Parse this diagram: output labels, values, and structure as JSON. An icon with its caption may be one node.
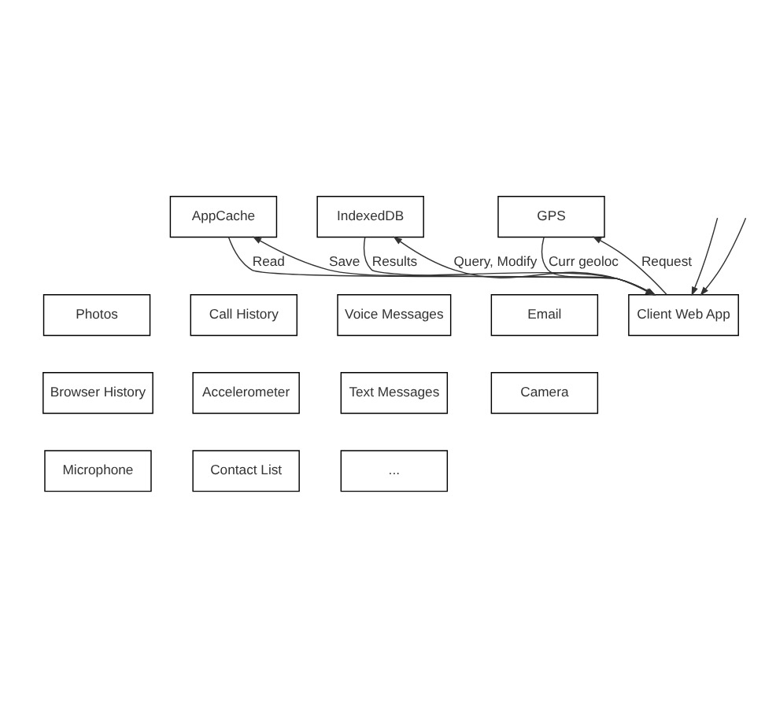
{
  "diagram": {
    "nodes": [
      {
        "text": [
          "Client Web App"
        ]
      },
      {
        "text": [
          "AppCache"
        ]
      },
      {
        "text": [
          "IndexedDB"
        ]
      },
      {
        "text": [
          "GPS"
        ]
      },
      {
        "text": [
          "Photos"
        ]
      },
      {
        "text": [
          "Call History"
        ]
      },
      {
        "text": [
          "Voice Messages"
        ]
      },
      {
        "text": [
          "Email"
        ]
      },
      {
        "text": [
          "Browser History"
        ]
      },
      {
        "text": [
          "Accelerometer"
        ]
      },
      {
        "text": [
          "Text Messages"
        ]
      },
      {
        "text": [
          "Camera"
        ]
      },
      {
        "text": [
          "Microphone"
        ]
      },
      {
        "text": [
          "Contact List"
        ]
      },
      {
        "text": [
          "..."
        ]
      }
    ],
    "edges": [
      {
        "from": null,
        "to": 0,
        "arrow": "to"
      },
      {
        "from": null,
        "to": 0,
        "arrow": "to"
      },
      {
        "from": 0,
        "to": 1,
        "arrow": "to",
        "label": "Save"
      },
      {
        "from": 1,
        "to": 0,
        "arrow": "to",
        "label": "Read"
      },
      {
        "from": 2,
        "to": 0,
        "arrow": "to",
        "label": "Results"
      },
      {
        "from": 0,
        "to": 2,
        "arrow": "to",
        "label": "Query, Modify"
      },
      {
        "from": 0,
        "to": 3,
        "arrow": "to",
        "label": "Request"
      },
      {
        "from": 3,
        "to": 0,
        "arrow": "to",
        "label": "Curr geoloc"
      }
    ]
  }
}
